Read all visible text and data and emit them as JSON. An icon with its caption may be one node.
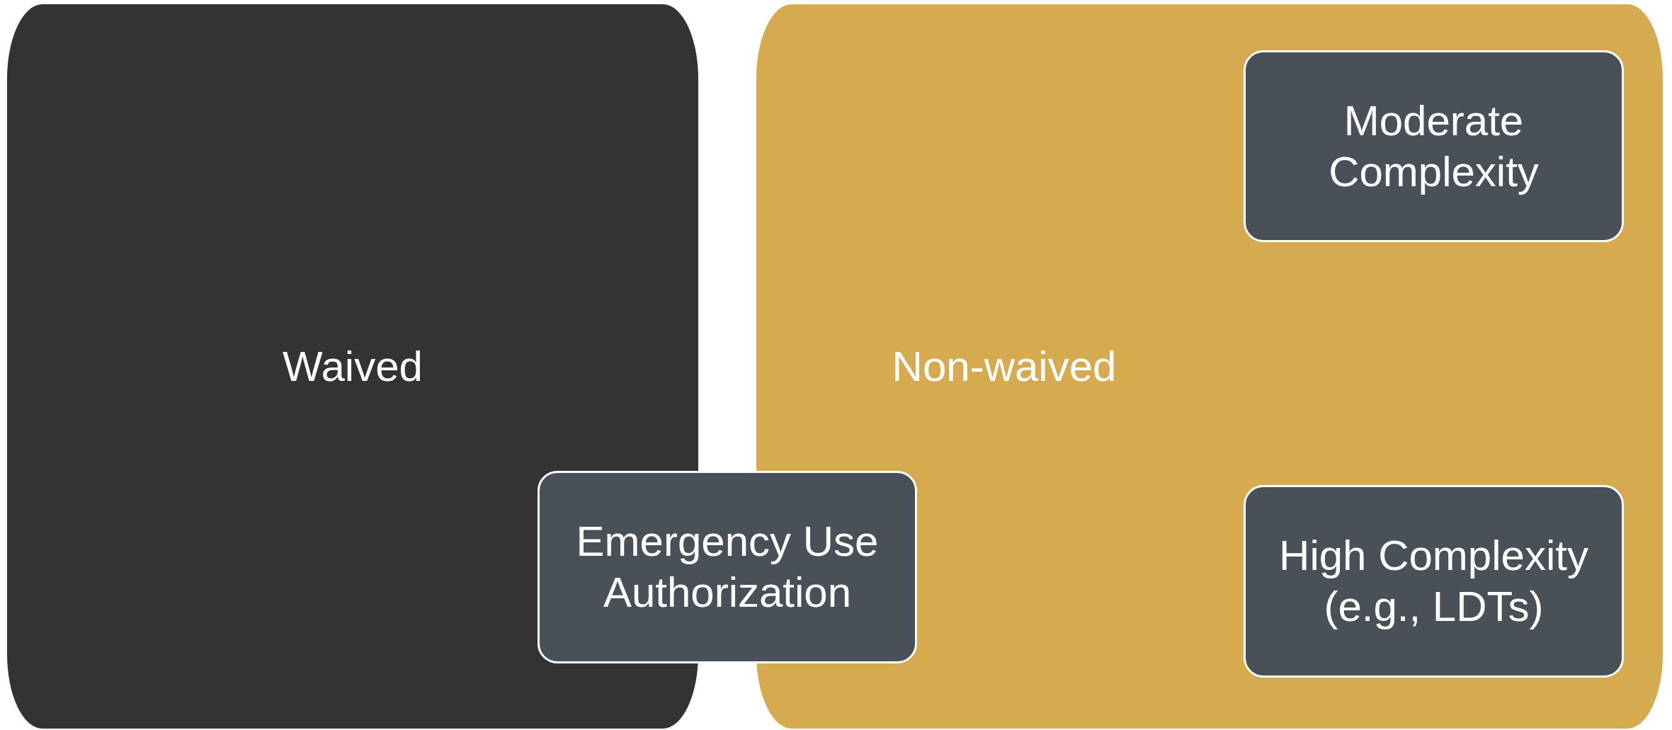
{
  "diagram": {
    "nodes": [
      {
        "text": [
          "Waived"
        ]
      },
      {
        "text": [
          "Non-waived"
        ]
      },
      {
        "text": [
          "Moderate Complexity"
        ],
        "in": 1
      },
      {
        "text": [
          "Emergency Use Authorization"
        ]
      },
      {
        "text": [
          "High Complexity (e.g., LDTs)"
        ],
        "in": 1
      }
    ]
  }
}
